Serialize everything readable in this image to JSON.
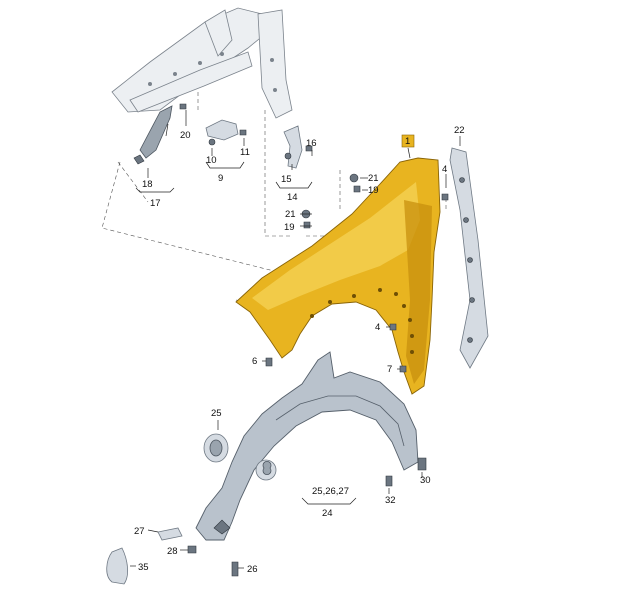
{
  "callouts": [
    {
      "id": "c1",
      "label": "1"
    },
    {
      "id": "c4",
      "label": "4"
    },
    {
      "id": "c4b",
      "label": "4"
    },
    {
      "id": "c6",
      "label": "6"
    },
    {
      "id": "c7",
      "label": "7"
    },
    {
      "id": "c9",
      "label": "9"
    },
    {
      "id": "c10",
      "label": "10"
    },
    {
      "id": "c11",
      "label": "11"
    },
    {
      "id": "c14",
      "label": "14"
    },
    {
      "id": "c15",
      "label": "15"
    },
    {
      "id": "c16",
      "label": "16"
    },
    {
      "id": "c17",
      "label": "17"
    },
    {
      "id": "c18",
      "label": "18"
    },
    {
      "id": "c19a",
      "label": "19"
    },
    {
      "id": "c19b",
      "label": "19"
    },
    {
      "id": "c20",
      "label": "20"
    },
    {
      "id": "c21a",
      "label": "21"
    },
    {
      "id": "c21b",
      "label": "21"
    },
    {
      "id": "c22",
      "label": "22"
    },
    {
      "id": "c24",
      "label": "24"
    },
    {
      "id": "c2527",
      "label": "25,26,27"
    },
    {
      "id": "c25",
      "label": "25"
    },
    {
      "id": "c26",
      "label": "26"
    },
    {
      "id": "c27",
      "label": "27"
    },
    {
      "id": "c28",
      "label": "28"
    },
    {
      "id": "c30",
      "label": "30"
    },
    {
      "id": "c32",
      "label": "32"
    },
    {
      "id": "c35",
      "label": "35"
    }
  ],
  "colors": {
    "fender": "#e8b420",
    "fender_dark": "#c8900e",
    "fender_light": "#f6d45a",
    "callout_1_box": "#e8b420"
  }
}
